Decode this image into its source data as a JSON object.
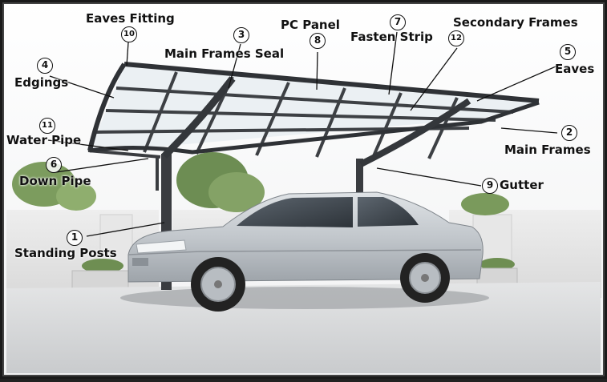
{
  "labels": [
    {
      "id": "standing-posts",
      "number": "1",
      "text": "Standing Posts"
    },
    {
      "id": "main-frames",
      "number": "2",
      "text": "Main Frames"
    },
    {
      "id": "main-frames-seal",
      "number": "3",
      "text": "Main Frames Seal"
    },
    {
      "id": "edgings",
      "number": "4",
      "text": "Edgings"
    },
    {
      "id": "eaves",
      "number": "5",
      "text": "Eaves"
    },
    {
      "id": "down-pipe",
      "number": "6",
      "text": "Down Pipe"
    },
    {
      "id": "fasten-strip",
      "number": "7",
      "text": "Fasten Strip"
    },
    {
      "id": "pc-panel",
      "number": "8",
      "text": "PC Panel"
    },
    {
      "id": "gutter",
      "number": "9",
      "text": "Gutter"
    },
    {
      "id": "eaves-fitting",
      "number": "10",
      "text": "Eaves Fitting"
    },
    {
      "id": "water-pipe",
      "number": "11",
      "text": "Water Pipe"
    },
    {
      "id": "secondary-frames",
      "number": "12",
      "text": "Secondary Frames"
    }
  ],
  "colors": {
    "frame": "#3a3c40",
    "panel": "#e9eef2",
    "car_body": "#c7ccd1",
    "background": "#f3f3f3",
    "floor": "#d7d9db"
  }
}
